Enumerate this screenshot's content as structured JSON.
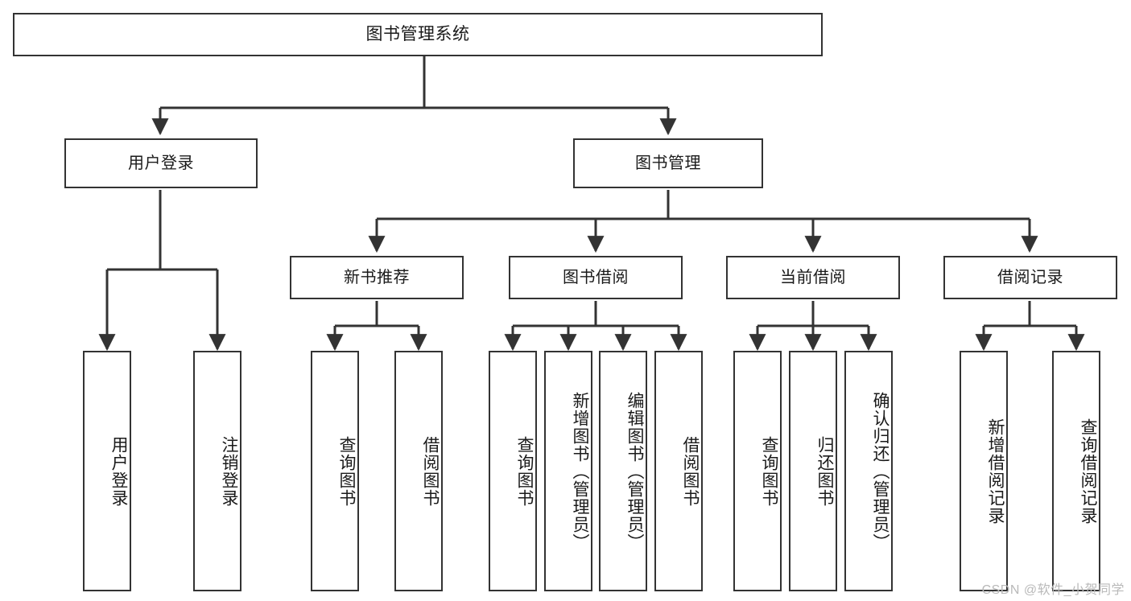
{
  "diagram": {
    "title": "图书管理系统",
    "type": "tree-hierarchy-chart",
    "stroke_color": "#333333",
    "background_color": "#ffffff",
    "text_color": "#1a1a1a"
  },
  "nodes": {
    "root": {
      "label": "图书管理系统"
    },
    "level2": [
      {
        "label": "用户登录"
      },
      {
        "label": "图书管理"
      }
    ],
    "level3": [
      {
        "label": "新书推荐"
      },
      {
        "label": "图书借阅"
      },
      {
        "label": "当前借阅"
      },
      {
        "label": "借阅记录"
      }
    ],
    "leaves_user_login": [
      {
        "label": "用户登录"
      },
      {
        "label": "注销登录"
      }
    ],
    "leaves_new_books": [
      {
        "label": "查询图书"
      },
      {
        "label": "借阅图书"
      }
    ],
    "leaves_borrow": [
      {
        "label": "查询图书"
      },
      {
        "label": "新增图书（管理员）"
      },
      {
        "label": "编辑图书（管理员）"
      },
      {
        "label": "借阅图书"
      }
    ],
    "leaves_current": [
      {
        "label": "查询图书"
      },
      {
        "label": "归还图书"
      },
      {
        "label": "确认归还（管理员）"
      }
    ],
    "leaves_records": [
      {
        "label": "新增借阅记录"
      },
      {
        "label": "查询借阅记录"
      }
    ]
  },
  "watermark": {
    "text": "CSDN @软件_小贺同学"
  }
}
